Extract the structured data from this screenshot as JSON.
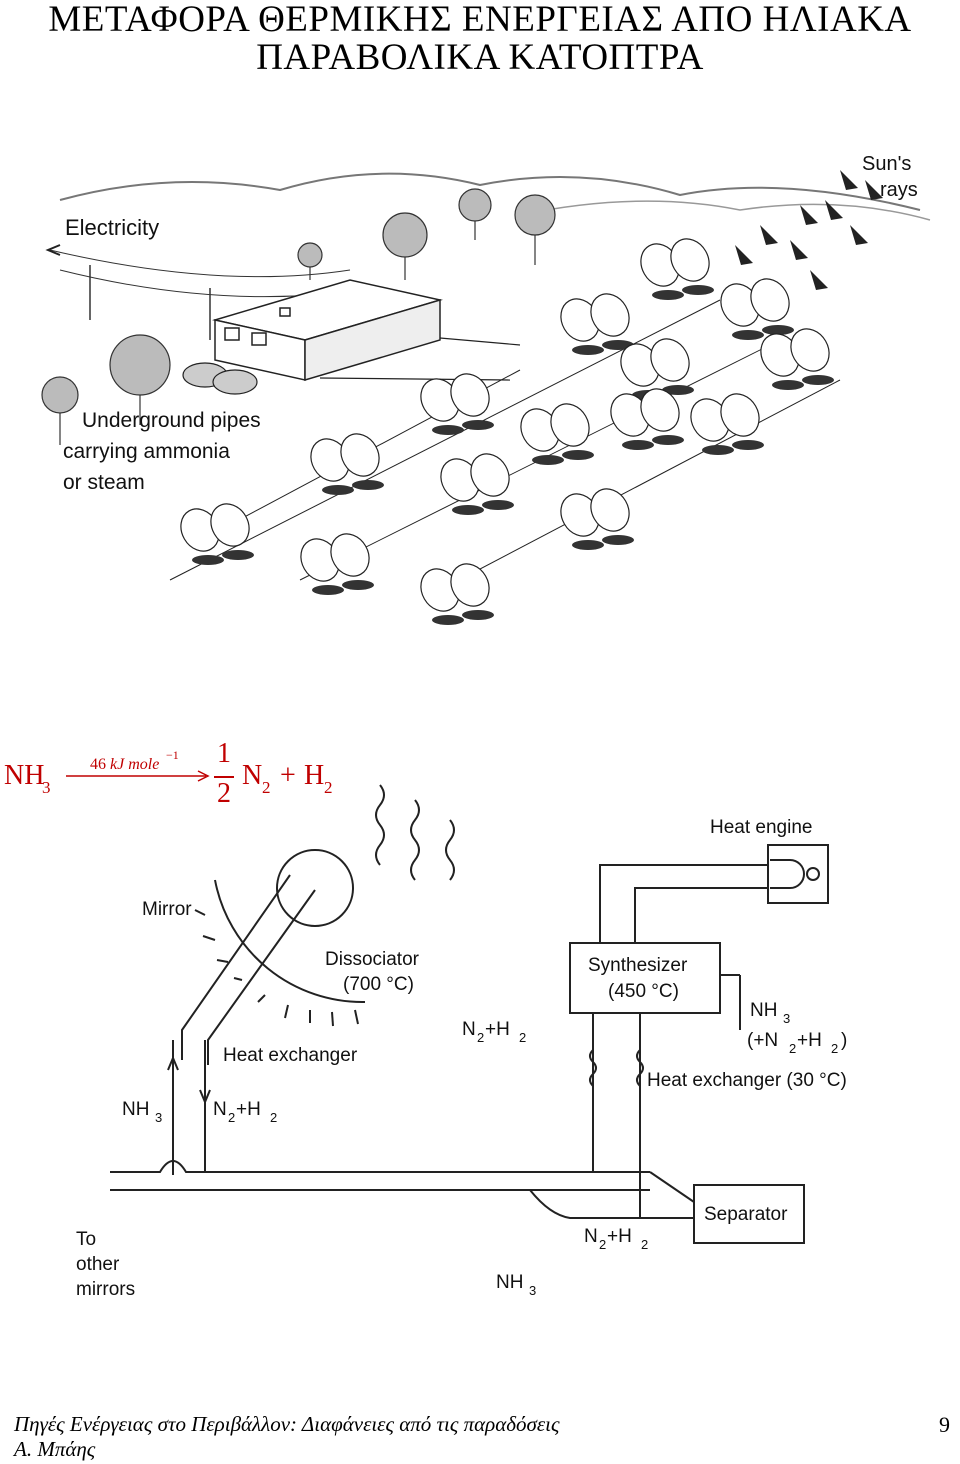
{
  "title": {
    "line1": "ΜΕΤΑΦΟΡΑ ΘΕΡΜΙΚΗΣ ΕΝΕΡΓΕΙΑΣ ΑΠΟ ΗΛΙΑΚΑ",
    "line2": "ΠΑΡΑΒΟΛΙΚΑ ΚΑΤΟΠΤΡΑ"
  },
  "illustration": {
    "electricity": "Electricity",
    "suns_rays_1": "Sun's",
    "suns_rays_2": "rays",
    "pipes_1": "Underground pipes",
    "pipes_2": "carrying ammonia",
    "pipes_3": "or steam"
  },
  "equation": {
    "reactant": "NH",
    "reactant_sub": "3",
    "energy": "46",
    "energy_unit": "kJ mole",
    "energy_exp": "−1",
    "coef_num": "1",
    "coef_den": "2",
    "product1": "N",
    "product1_sub": "2",
    "plus": "+",
    "product2": "H",
    "product2_sub": "2"
  },
  "diagram": {
    "heat_engine": "Heat engine",
    "mirror": "Mirror",
    "dissociator": "Dissociator",
    "dissociator_temp": "(700 °C)",
    "synthesizer": "Synthesizer",
    "synthesizer_temp": "(450 °C)",
    "heat_exchanger_left": "Heat exchanger",
    "heat_exchanger_right": "Heat exchanger (30 °C)",
    "nh3": "NH",
    "sub3": "3",
    "n2h2": "N",
    "sub2": "2",
    "plus_h": "+H",
    "nh3_plus_paren_open": "(+N",
    "nh3_plus_paren_close": ")",
    "separator": "Separator",
    "to_other_1": "To",
    "to_other_2": "other",
    "to_other_3": "mirrors"
  },
  "footer": {
    "line1": "Πηγές Ενέργειας στο Περιβάλλον: Διαφάνειες από τις παραδόσεις",
    "line2": "Α. Μπάης",
    "page": "9"
  }
}
